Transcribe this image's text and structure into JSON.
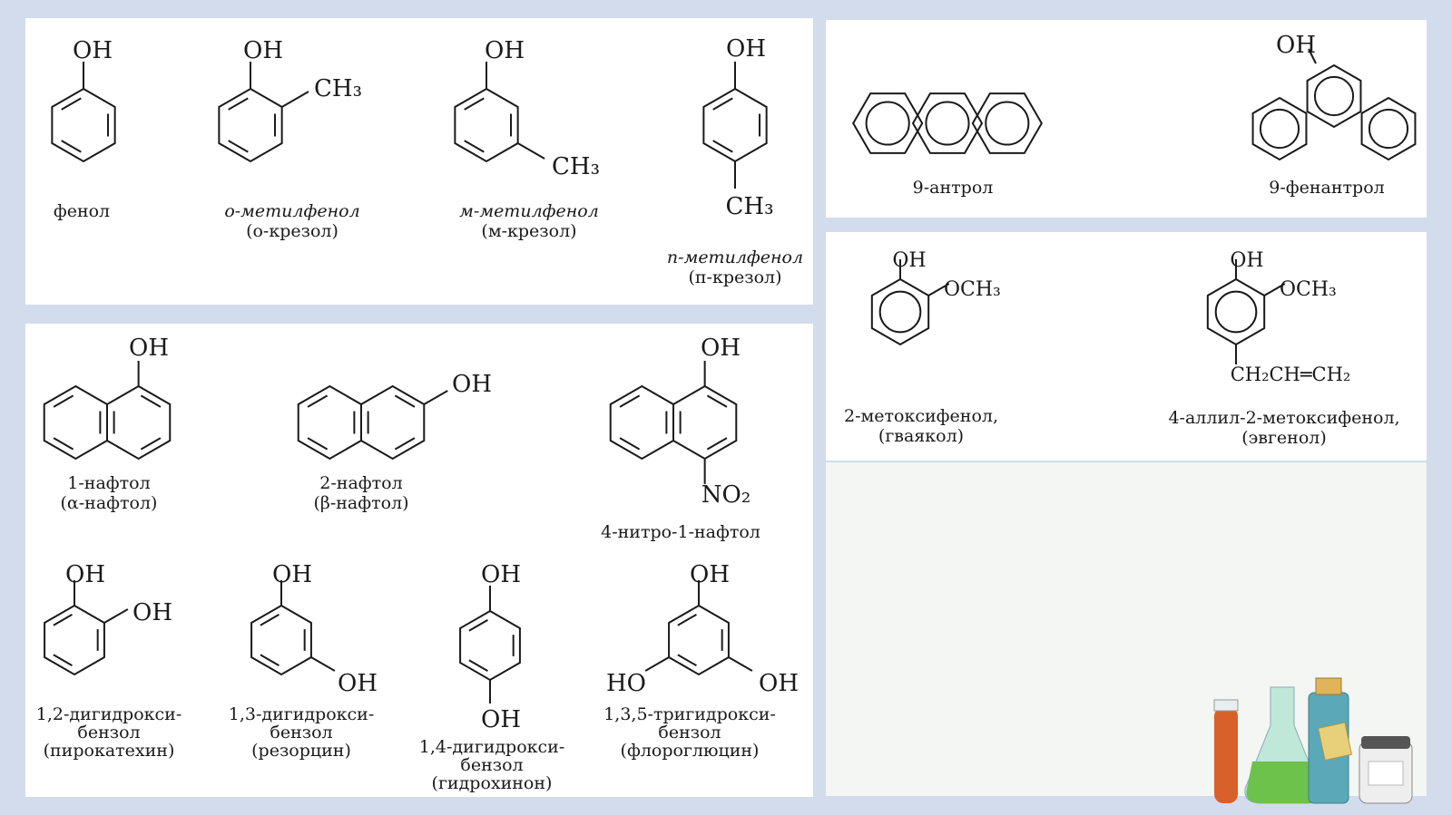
{
  "colors": {
    "background": "#d2dcec",
    "panel": "#ffffff",
    "ink": "#1a1a1a"
  },
  "groups": {
    "OH": "OH",
    "HO": "HO",
    "CH3": "CH₃",
    "OCH3": "OCH₃",
    "NO2": "NO₂",
    "allyl": "CH₂CH═CH₂"
  },
  "labels": {
    "phenol": "фенол",
    "o_cresol_1": "о-метилфенол",
    "o_cresol_2": "(о-крезол)",
    "m_cresol_1": "м-метилфенол",
    "m_cresol_2": "(м-крезол)",
    "p_cresol_1": "п-метилфенол",
    "p_cresol_2": "(п-крезол)",
    "anthrol": "9-антрол",
    "phenanthrol": "9-фенантрол",
    "naphthol1_1": "1-нафтол",
    "naphthol1_2": "(α-нафтол)",
    "naphthol2_1": "2-нафтол",
    "naphthol2_2": "(β-нафтол)",
    "nitronaphthol": "4-нитро-1-нафтол",
    "guaiacol_1": "2-метоксифенол,",
    "guaiacol_2": "(гваякол)",
    "eugenol_1": "4-аллил-2-метоксифенол,",
    "eugenol_2": "(эвгенол)",
    "pyrocatechol_1": "1,2-дигидрокси-",
    "pyrocatechol_2": "бензол",
    "pyrocatechol_3": "(пирокатехин)",
    "resorcinol_1": "1,3-дигидрокси-",
    "resorcinol_2": "бензол",
    "resorcinol_3": "(резорцин)",
    "hydroquinone_1": "1,4-дигидрокси-",
    "hydroquinone_2": "бензол",
    "hydroquinone_3": "(гидрохинон)",
    "phloroglucinol_1": "1,3,5-тригидрокси-",
    "phloroglucinol_2": "бензол",
    "phloroglucinol_3": "(флороглюцин)"
  }
}
